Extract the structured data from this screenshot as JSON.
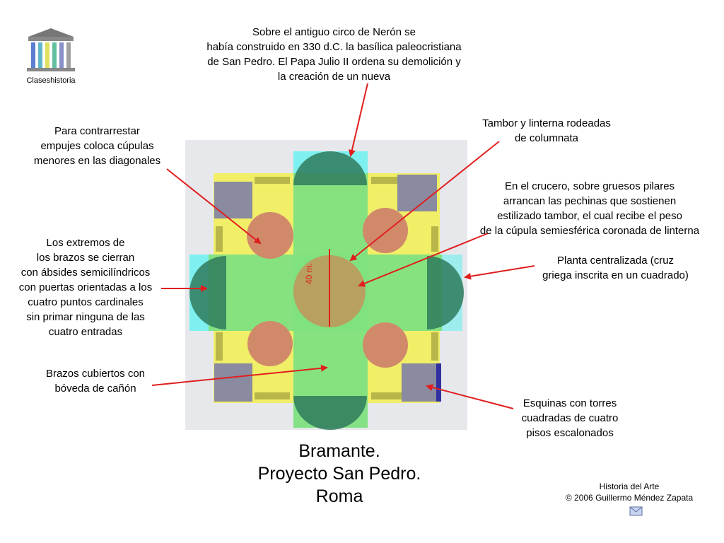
{
  "logo": {
    "label": "Claseshistoria",
    "icon": "greek-temple-icon"
  },
  "annotations": {
    "top": [
      "Sobre el antiguo circo de Nerón se",
      "había construido en 330 d.C. la basílica paleocristiana",
      "de San Pedro. El Papa Julio II ordena su demolición y",
      "la creación de un nueva"
    ],
    "upper_left": [
      "Para contrarrestar",
      "empujes coloca cúpulas",
      "menores en las diagonales"
    ],
    "left": [
      "Los extremos de",
      "los brazos se cierran",
      "con  ábsides semicilíndricos",
      "con puertas orientadas a los",
      "cuatro puntos cardinales",
      "sin primar ninguna de las",
      "cuatro entradas"
    ],
    "lower_left": [
      "Brazos cubiertos con",
      "bóveda de cañón"
    ],
    "upper_right": [
      "Tambor y linterna rodeadas",
      "de columnata"
    ],
    "right_mid": [
      "En el crucero, sobre gruesos pilares",
      "arrancan las pechinas que sostienen",
      "estilizado tambor, el cual recibe el peso",
      "de la cúpula semiesférica coronada de linterna"
    ],
    "right_lower": [
      "Planta centralizada (cruz",
      "griega inscrita en un cuadrado)"
    ],
    "bottom_right": [
      "Esquinas con torres",
      "cuadradas de cuatro",
      "pisos escalonados"
    ]
  },
  "plan": {
    "dimension_label": "40 m."
  },
  "title": [
    "Bramante.",
    "Proyecto San Pedro.",
    "Roma"
  ],
  "credit": [
    "Historia del Arte",
    "© 2006 Guillermo Méndez Zapata"
  ],
  "colors": {
    "arrow": "#e01e1e",
    "cross": "#7fe07f",
    "yellow": "#f2ee5a",
    "tower": "#8a8aa0",
    "apse": "#2e7a5c",
    "small_dome": "#d08a6a",
    "central_dome": "#b8a060",
    "cyan": "#7ef0f0"
  },
  "mail_icon": "envelope-icon"
}
